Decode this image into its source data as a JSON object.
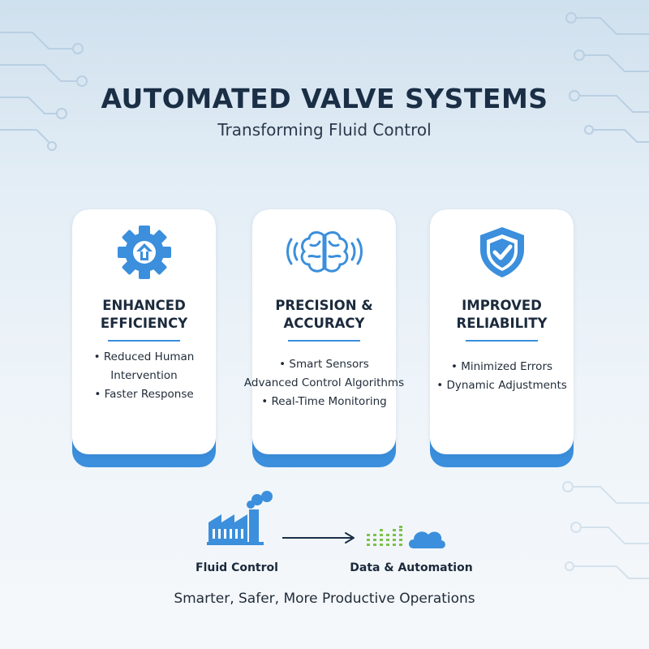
{
  "header": {
    "title": "AUTOMATED VALVE SYSTEMS",
    "subtitle": "Transforming Fluid Control"
  },
  "cards": [
    {
      "icon": "gear-upgrade-icon",
      "title_line1": "ENHANCED",
      "title_line2": "EFFICIENCY",
      "items": [
        "• Reduced Human",
        "Intervention",
        "• Faster Response"
      ]
    },
    {
      "icon": "brain-icon",
      "title_line1": "PRECISION &",
      "title_line2": "ACCURACY",
      "items": [
        "• Smart Sensors",
        "Advanced Control Algorithms",
        "• Real-Time Monitoring"
      ]
    },
    {
      "icon": "shield-check-icon",
      "title_line1": "IMPROVED",
      "title_line2": "RELIABILITY",
      "items": [
        "• Minimized Errors",
        "• Dynamic Adjustments"
      ]
    }
  ],
  "flow": {
    "left_icon": "factory-icon",
    "left_label": "Fluid Control",
    "arrow_icon": "arrow-right-icon",
    "right_icon": "data-cloud-icon",
    "right_label": "Data & Automation"
  },
  "footer": {
    "tagline": "Smarter, Safer, More Productive Operations"
  },
  "colors": {
    "accent_blue": "#3b8fdc",
    "dark_navy": "#1a2e45",
    "green": "#7cc24a"
  }
}
